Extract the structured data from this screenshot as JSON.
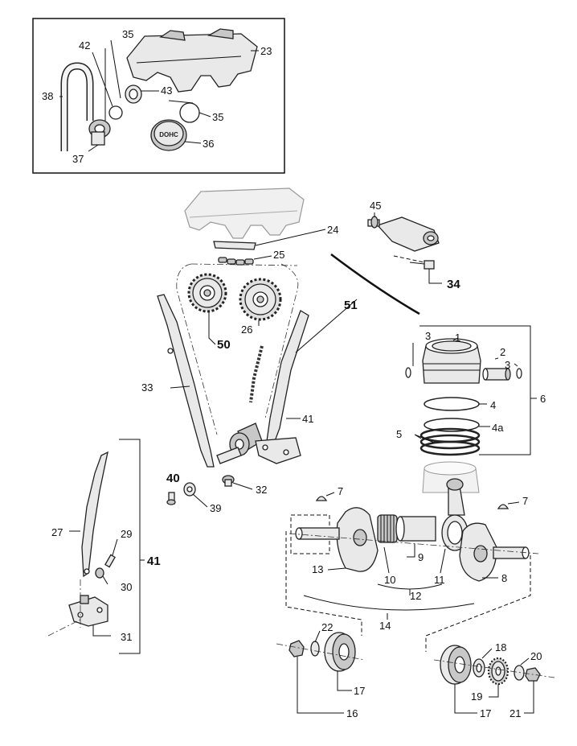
{
  "callouts": {
    "c1": "1",
    "c2": "2",
    "c3a": "3",
    "c3b": "3",
    "c4": "4",
    "c4a": "4a",
    "c5": "5",
    "c6": "6",
    "c7a": "7",
    "c7b": "7",
    "c8": "8",
    "c9": "9",
    "c10": "10",
    "c11": "11",
    "c12": "12",
    "c13": "13",
    "c14": "14",
    "c16": "16",
    "c17a": "17",
    "c17b": "17",
    "c18": "18",
    "c19": "19",
    "c20": "20",
    "c21": "21",
    "c22": "22",
    "c23": "23",
    "c24": "24",
    "c25": "25",
    "c26": "26",
    "c27": "27",
    "c29": "29",
    "c30": "30",
    "c31": "31",
    "c32": "32",
    "c33": "33",
    "c34": "34",
    "c35a": "35",
    "c35b": "35",
    "c36": "36",
    "c37": "37",
    "c38": "38",
    "c39": "39",
    "c40": "40",
    "c41a": "41",
    "c41b": "41",
    "c42": "42",
    "c43": "43",
    "c45": "45",
    "c50": "50",
    "c51": "51"
  },
  "cap_text": "DOHC"
}
